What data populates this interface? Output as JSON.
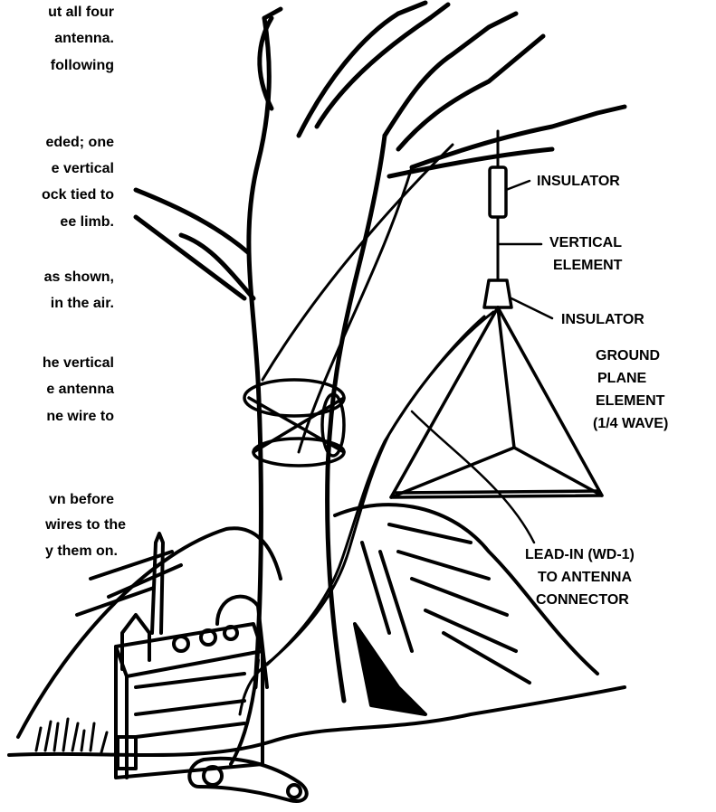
{
  "text_fragments": [
    "ut all four",
    "antenna.",
    "following",
    "eded; one",
    "e vertical",
    "ock tied to",
    "ee limb.",
    "as shown,",
    "in the air.",
    "he vertical",
    "e antenna",
    "ne wire to",
    "vn before",
    "wires to the",
    "y them on."
  ],
  "labels": {
    "insulator_top": "INSULATOR",
    "vertical_element": [
      "VERTICAL",
      "ELEMENT"
    ],
    "insulator_bottom": "INSULATOR",
    "ground_plane": [
      "GROUND",
      "PLANE",
      "ELEMENT",
      "(1/4 WAVE)"
    ],
    "lead_in": [
      "LEAD-IN (WD-1)",
      "TO ANTENNA",
      "CONNECTOR"
    ]
  },
  "colors": {
    "ink": "#000000",
    "paper": "#ffffff"
  }
}
